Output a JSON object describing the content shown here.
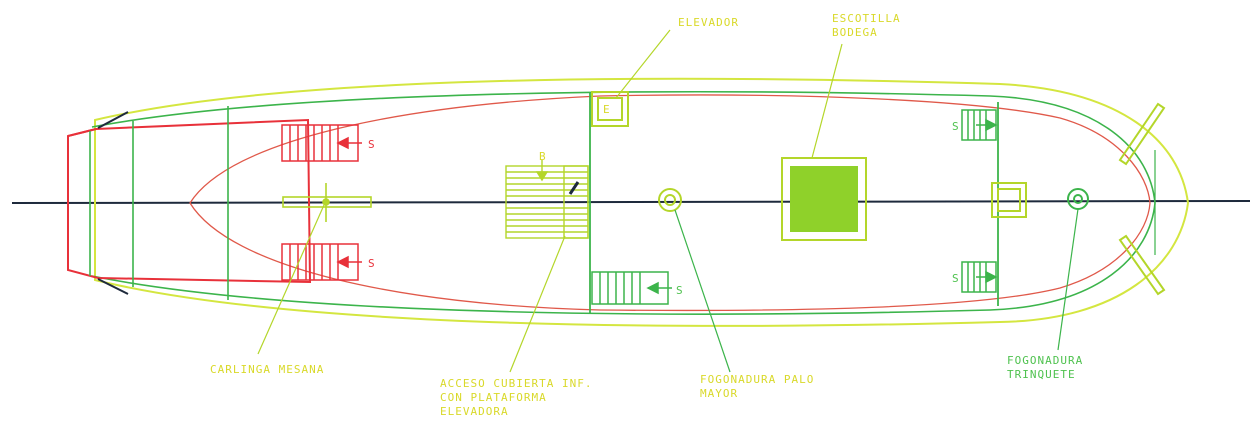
{
  "labels": {
    "elevador": "ELEVADOR",
    "escotilla_1": "ESCOTILLA",
    "escotilla_2": "BODEGA",
    "b_marker": "B",
    "e_marker": "E",
    "s_stair": "S",
    "carlinga": "CARLINGA MESANA",
    "acceso_1": "ACCESO CUBIERTA INF.",
    "acceso_2": "CON PLATAFORMA",
    "acceso_3": "ELEVADORA",
    "fogonadura_palo_1": "FOGONADURA PALO",
    "fogonadura_palo_2": "MAYOR",
    "fogonadura_trinquete_1": "FOGONADURA",
    "fogonadura_trinquete_2": "TRINQUETE"
  },
  "colors": {
    "hull_outer": "#d4e640",
    "deck_green": "#3cb44b",
    "inner_red": "#e0594a",
    "red": "#e8313a",
    "yellow_green": "#b4d62a",
    "hatch_fill": "#8fd12a",
    "centerline": "#1e2a3c"
  }
}
